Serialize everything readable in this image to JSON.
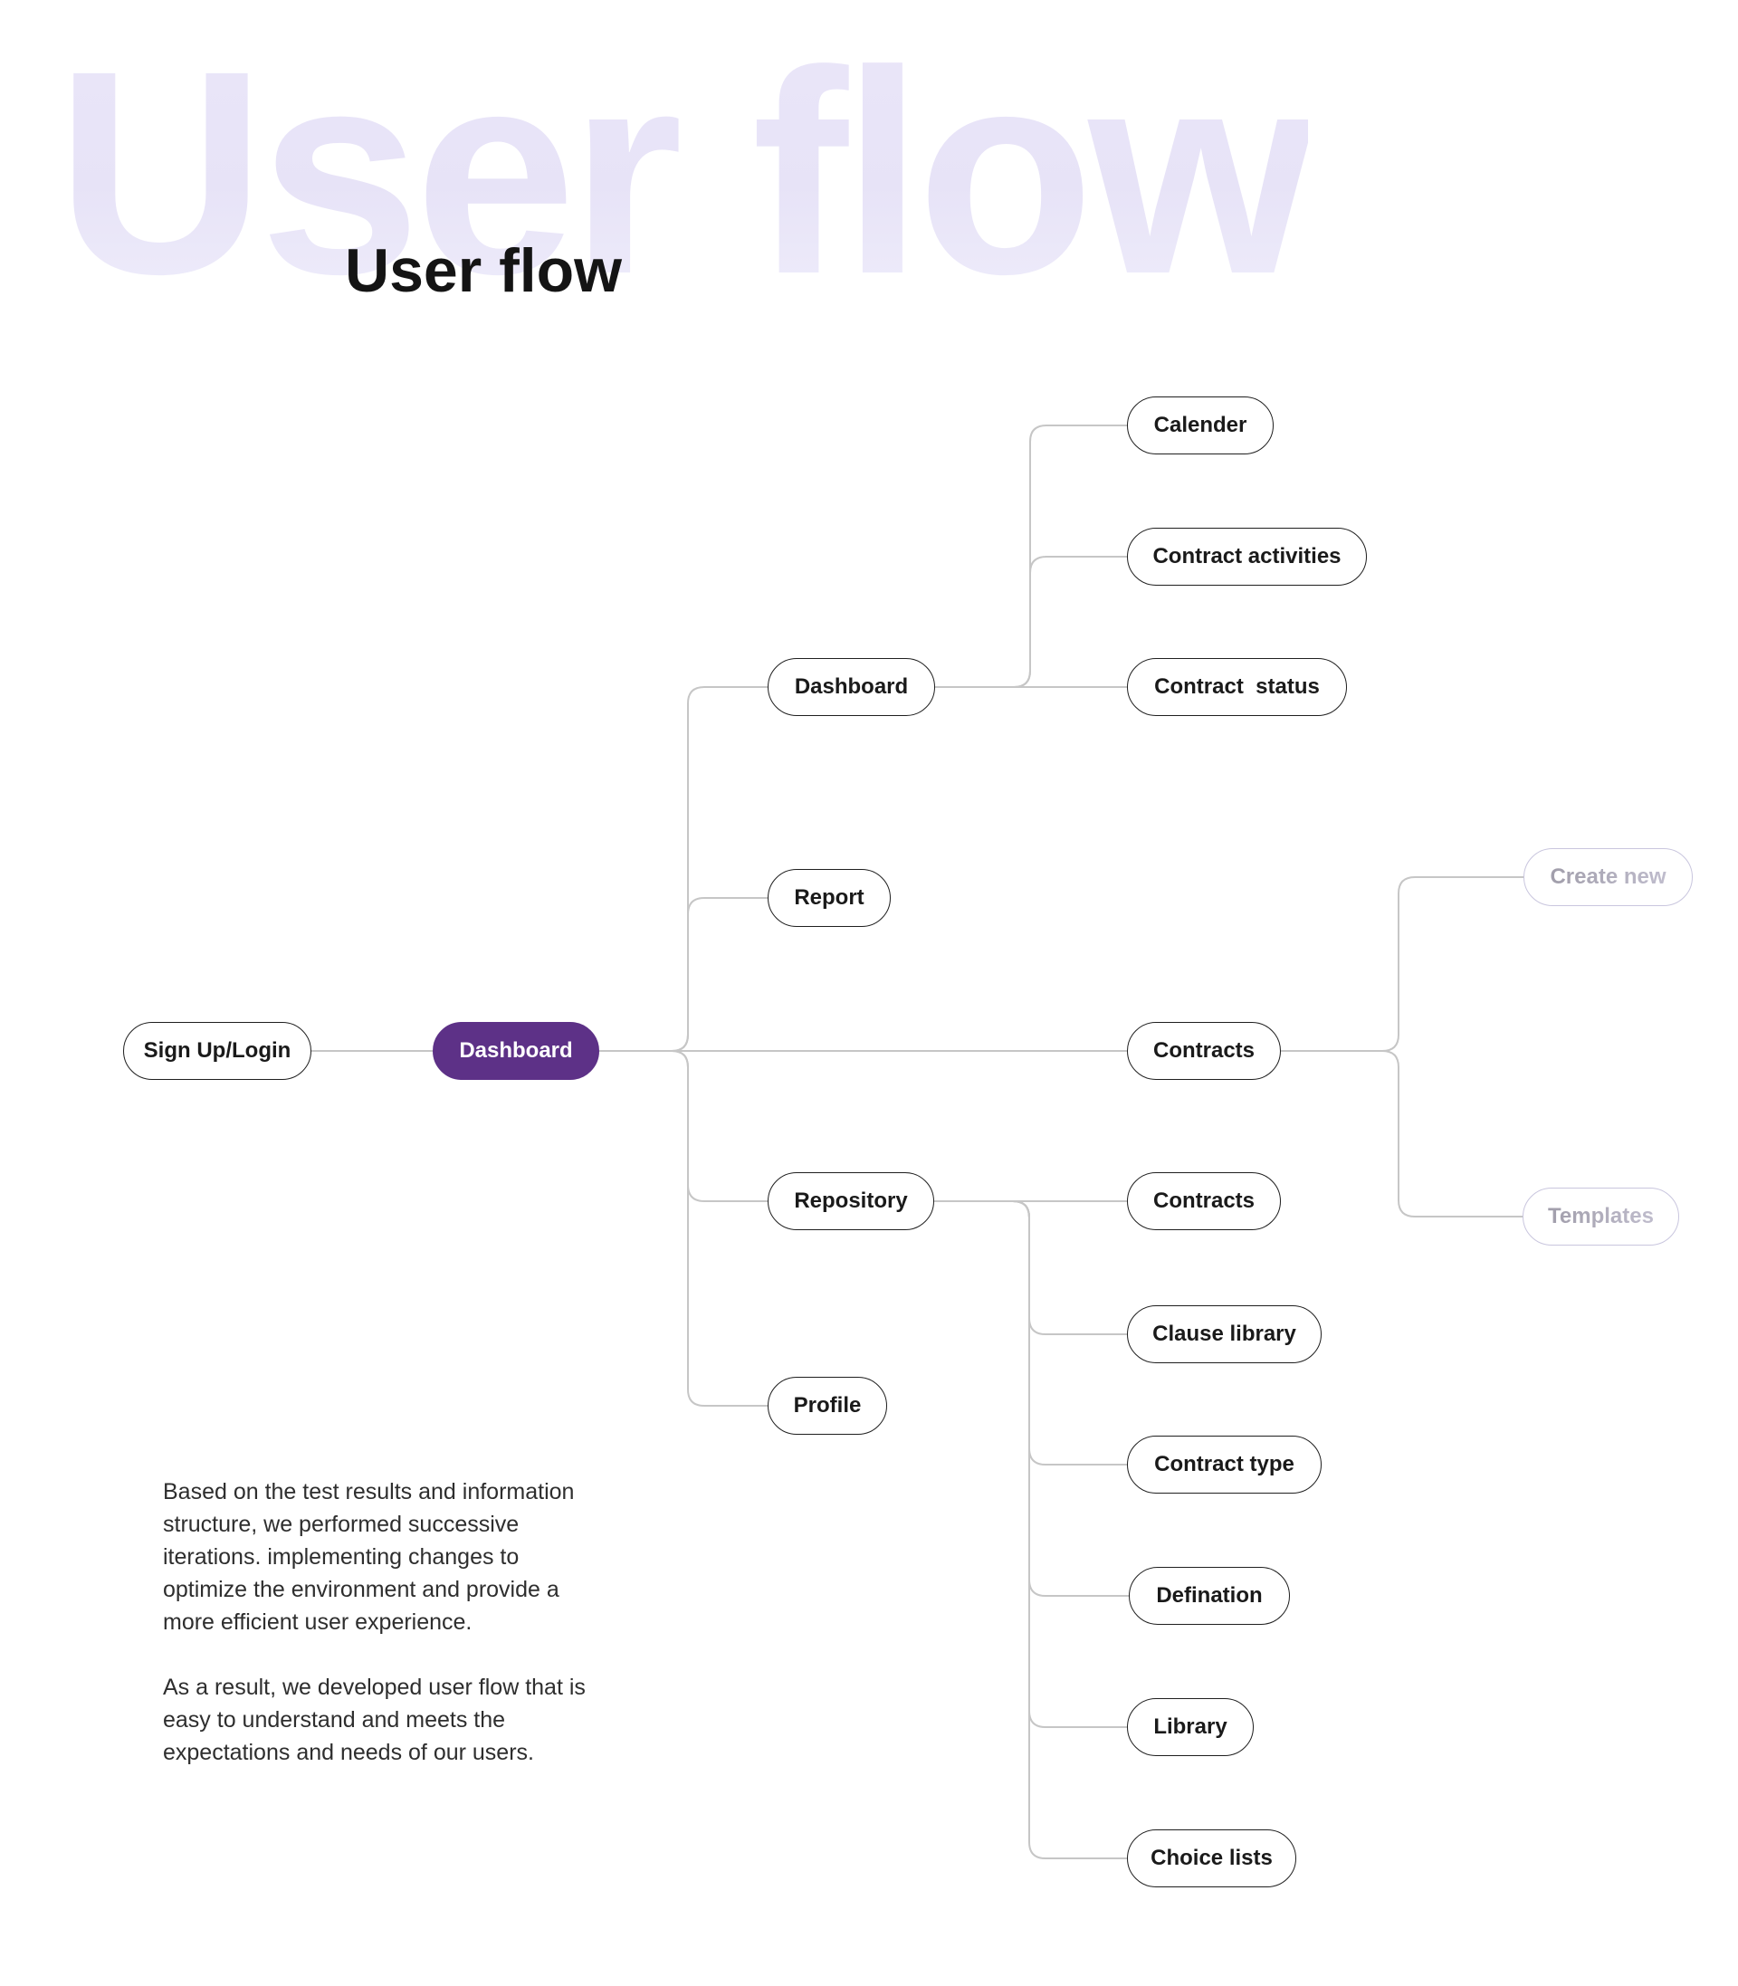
{
  "page": {
    "watermark": "User flow",
    "title": "User flow"
  },
  "description": {
    "paragraph1": "Based on the test results and information\nstructure, we performed successive\niterations. implementing changes to\noptimize the environment and provide a\nmore efficient user experience.",
    "paragraph2": "As a result, we developed user flow that is\neasy to understand and meets the\nexpectations and needs of our users."
  },
  "flow": {
    "nodes": {
      "sign_up_login": {
        "label": "Sign Up/Login",
        "state": "default"
      },
      "dashboard_hub": {
        "label": "Dashboard",
        "state": "active"
      },
      "dashboard": {
        "label": "Dashboard",
        "state": "default"
      },
      "report": {
        "label": "Report",
        "state": "default"
      },
      "contracts_main": {
        "label": "Contracts",
        "state": "default"
      },
      "repository": {
        "label": "Repository",
        "state": "default"
      },
      "profile": {
        "label": "Profile",
        "state": "default"
      },
      "calender": {
        "label": "Calender",
        "state": "default"
      },
      "contract_activities": {
        "label": "Contract activities",
        "state": "default"
      },
      "contract_status": {
        "label": "Contract  status",
        "state": "default"
      },
      "create_new": {
        "label": "Create new",
        "state": "disabled"
      },
      "templates": {
        "label": "Templates",
        "state": "disabled"
      },
      "contracts_repo": {
        "label": "Contracts",
        "state": "default"
      },
      "clause_library": {
        "label": "Clause library",
        "state": "default"
      },
      "contract_type": {
        "label": "Contract type",
        "state": "default"
      },
      "defination": {
        "label": "Defination",
        "state": "default"
      },
      "library": {
        "label": "Library",
        "state": "default"
      },
      "choice_lists": {
        "label": "Choice lists",
        "state": "default"
      }
    },
    "edges": [
      [
        "Sign Up/Login",
        "Dashboard"
      ],
      [
        "Dashboard",
        "Dashboard"
      ],
      [
        "Dashboard",
        "Report"
      ],
      [
        "Dashboard",
        "Contracts"
      ],
      [
        "Dashboard",
        "Repository"
      ],
      [
        "Dashboard",
        "Profile"
      ],
      [
        "Dashboard",
        "Calender"
      ],
      [
        "Dashboard",
        "Contract activities"
      ],
      [
        "Dashboard",
        "Contract  status"
      ],
      [
        "Contracts",
        "Create new"
      ],
      [
        "Contracts",
        "Templates"
      ],
      [
        "Repository",
        "Contracts"
      ],
      [
        "Repository",
        "Clause library"
      ],
      [
        "Repository",
        "Contract type"
      ],
      [
        "Repository",
        "Defination"
      ],
      [
        "Repository",
        "Library"
      ],
      [
        "Repository",
        "Choice lists"
      ]
    ]
  },
  "colors": {
    "accent_purple": "#5d3187",
    "node_border": "#1f1f1f",
    "connector_gray": "#c6c6c6",
    "watermark_lavender": "#e8e4f8",
    "disabled_text": "#aeabbb",
    "body_text": "#2e2e2e"
  }
}
